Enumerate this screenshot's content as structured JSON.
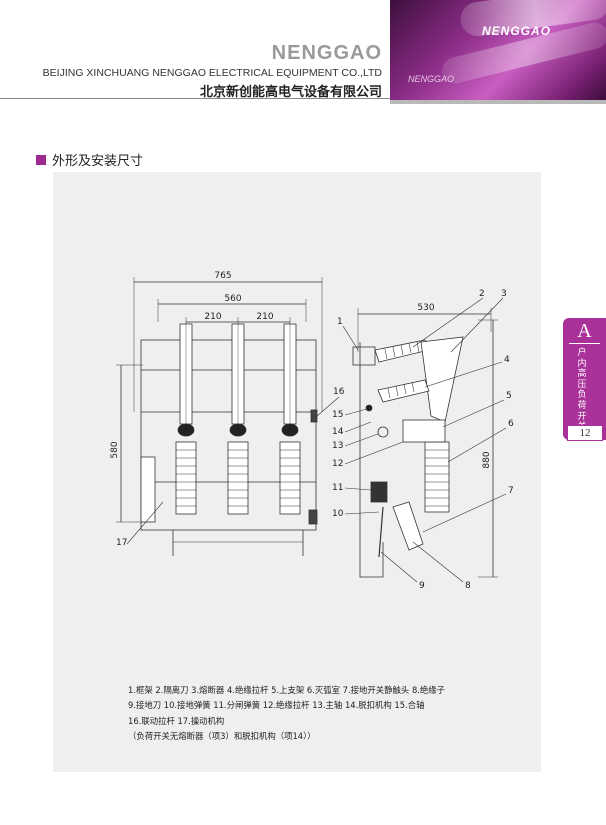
{
  "header": {
    "brand": "NENGGAO",
    "company_en": "BEIJING XINCHUANG NENGGAO ELECTRICAL EQUIPMENT CO.,LTD",
    "company_cn": "北京新创能高电气设备有限公司",
    "banner_brand": "NENGGAO",
    "banner_sub": "NENGGAO"
  },
  "section": {
    "title": "外形及安装尺寸"
  },
  "dimensions": {
    "width_765": "765",
    "width_560": "560",
    "pitch_a": "210",
    "pitch_b": "210",
    "height_580": "580",
    "depth_530": "530",
    "height_880": "880"
  },
  "callouts": [
    "1",
    "2",
    "3",
    "4",
    "5",
    "6",
    "7",
    "8",
    "9",
    "10",
    "11",
    "12",
    "13",
    "14",
    "15",
    "16",
    "17"
  ],
  "legend": {
    "line1": "1.框架  2.隔离刀  3.熔断器  4.绝缘拉杆  5.上支架  6.灭弧室  7.接地开关静触头  8.绝缘子",
    "line2": "9.接地刀  10.接地弹簧  11.分闸弹簧  12.绝缘拉杆  13.主轴  14.脱扣机构  15.合轴",
    "line3": "16.联动拉杆  17.操动机构",
    "line4": "（负荷开关无熔断器（项3）和脱扣机构（项14））"
  },
  "side_tab": {
    "letter": "A",
    "text": "户内高压负荷开关",
    "page": "12"
  },
  "colors": {
    "accent": "#a93199",
    "panel": "#efefef"
  }
}
